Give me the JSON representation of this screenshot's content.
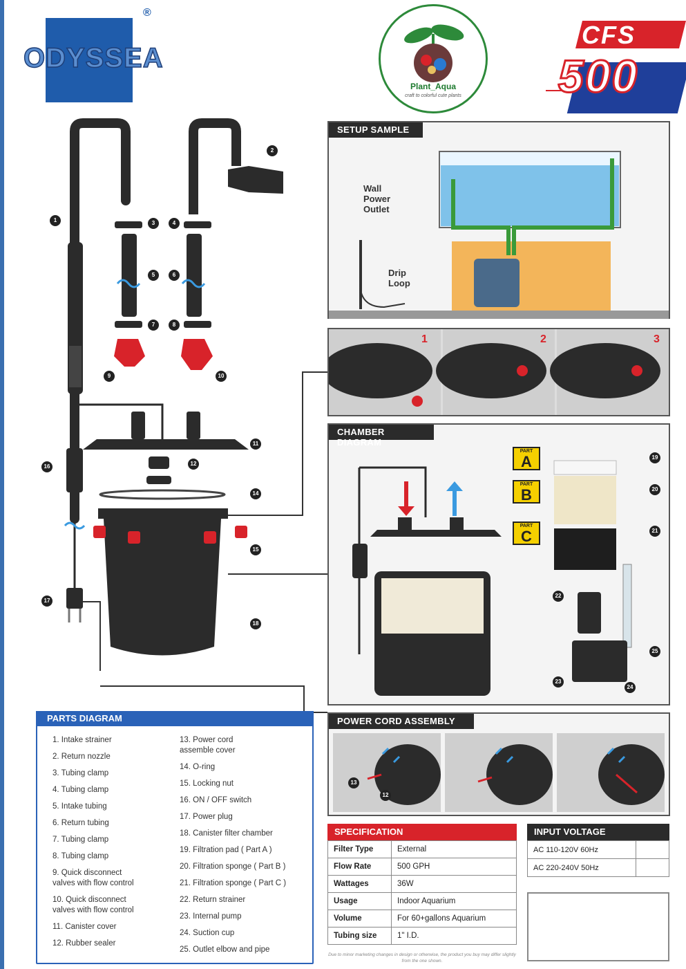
{
  "header": {
    "brand": "ODYSSEA",
    "registered": "®",
    "shop_name": "Plant_Aqua",
    "shop_tagline": "craft to colorful cute plants",
    "model_prefix": "CFS",
    "model_number": "500"
  },
  "setup": {
    "title": "SETUP SAMPLE",
    "wall_label": "Wall\nPower\nOutlet",
    "drip_label": "Drip\nLoop"
  },
  "steps": [
    "1",
    "2",
    "3"
  ],
  "chamber": {
    "title": "CHAMBER DIAGRAM",
    "tag_word": "PART",
    "tags": [
      "A",
      "B",
      "C"
    ]
  },
  "power_cord": {
    "title": "POWER CORD ASSEMBLY"
  },
  "callouts": [
    "1",
    "2",
    "3",
    "4",
    "5",
    "6",
    "7",
    "8",
    "9",
    "10",
    "11",
    "12",
    "13",
    "14",
    "15",
    "16",
    "17",
    "18",
    "19",
    "20",
    "21",
    "22",
    "23",
    "24",
    "25"
  ],
  "parts": {
    "title": "PARTS DIAGRAM",
    "left": [
      "1. Intake strainer",
      "2. Return nozzle",
      "3. Tubing clamp",
      "4. Tubing clamp",
      "5. Intake tubing",
      "6. Return tubing",
      "7. Tubing clamp",
      "8. Tubing clamp",
      "9. Quick disconnect\nvalves with flow control",
      "10. Quick disconnect\nvalves with flow control",
      "11. Canister cover",
      "12. Rubber sealer"
    ],
    "right": [
      "13. Power cord\nassemble cover",
      "14. O-ring",
      "15. Locking nut",
      "16. ON / OFF switch",
      "17. Power plug",
      "18. Canister filter chamber",
      "19. Filtration pad ( Part A )",
      "20. Filtration sponge ( Part B )",
      "21. Filtration sponge ( Part C )",
      "22. Return strainer",
      "23. Internal pump",
      "24. Suction cup",
      "25. Outlet elbow and pipe"
    ]
  },
  "specification": {
    "title": "SPECIFICATION",
    "rows": [
      {
        "k": "Filter Type",
        "v": "External"
      },
      {
        "k": "Flow Rate",
        "v": "500 GPH"
      },
      {
        "k": "Wattages",
        "v": "36W"
      },
      {
        "k": "Usage",
        "v": "Indoor Aquarium"
      },
      {
        "k": "Volume",
        "v": "For 60+gallons Aquarium"
      },
      {
        "k": "Tubing size",
        "v": "1\" I.D."
      }
    ],
    "footnote": "Due to minor marketing changes in design or otherwise, the product you buy may differ slightly from the one shown."
  },
  "input_voltage": {
    "title": "INPUT VOLTAGE",
    "rows": [
      "AC 110-120V 60Hz",
      "AC 220-240V 50Hz"
    ]
  },
  "colors": {
    "brand_blue": "#1f5cab",
    "accent_red": "#d8232a",
    "panel_dark": "#2b2b2b",
    "tag_yellow": "#f5d000"
  }
}
